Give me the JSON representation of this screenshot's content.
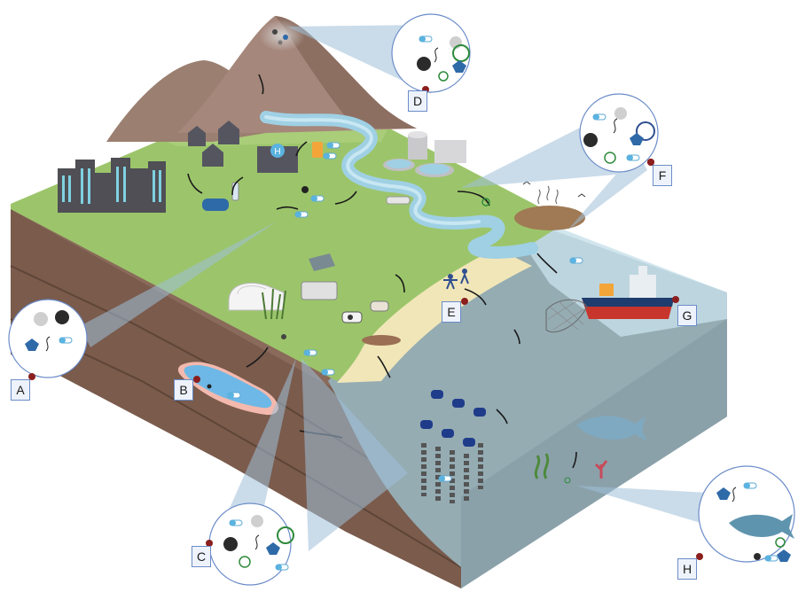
{
  "labels": {
    "A": "A",
    "B": "B",
    "C": "C",
    "D": "D",
    "E": "E",
    "F": "F",
    "G": "G",
    "H": "H"
  },
  "hospital_sign": "H",
  "colors": {
    "grass": "#9cc56b",
    "grass_dark": "#7fa955",
    "soil": "#8a6a5a",
    "soil_dark": "#6e5244",
    "rock": "#a5877b",
    "water": "#b9dbe9",
    "river": "#9fd0e4",
    "sea_face": "#8fa6ad",
    "sand": "#f1e6b8",
    "callout_beam": "#9fbfd9",
    "label_border": "#6b8cc9",
    "marker": "#8b1e1e"
  },
  "icons": [
    "pill-capsule-icon",
    "microplastic-sphere-icon",
    "tire-particle-icon",
    "fiber-icon",
    "plastic-fragment-icon",
    "ring-icon"
  ]
}
